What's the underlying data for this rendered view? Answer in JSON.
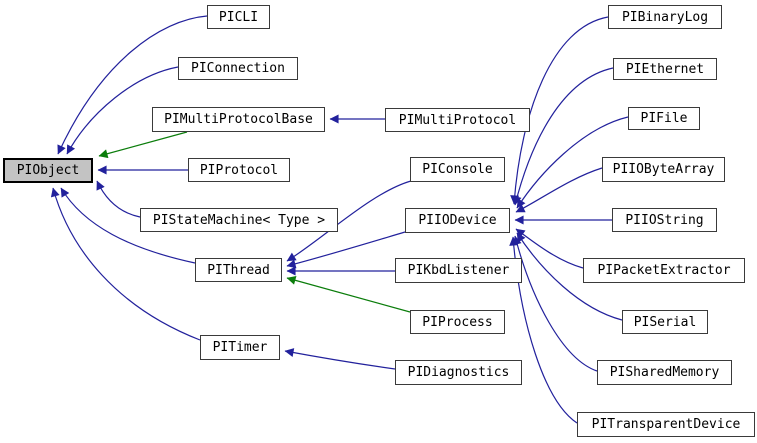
{
  "diagram": {
    "colors": {
      "background": "#ffffff",
      "public_inheritance_edge": "#22219c",
      "protected_inheritance_edge": "#0b7d0b",
      "node_fill": "#ffffff",
      "node_border": "#3a3a3a",
      "selected_node_fill": "#c3c3c3",
      "selected_node_border": "#000000"
    },
    "nodes": [
      {
        "label": "PIObject",
        "selected": true
      },
      {
        "label": "PICLI",
        "selected": false
      },
      {
        "label": "PIConnection",
        "selected": false
      },
      {
        "label": "PIMultiProtocolBase",
        "selected": false
      },
      {
        "label": "PIProtocol",
        "selected": false
      },
      {
        "label": "PIStateMachine< Type >",
        "selected": false
      },
      {
        "label": "PIThread",
        "selected": false
      },
      {
        "label": "PITimer",
        "selected": false
      },
      {
        "label": "PIMultiProtocol",
        "selected": false
      },
      {
        "label": "PIConsole",
        "selected": false
      },
      {
        "label": "PIIODevice",
        "selected": false
      },
      {
        "label": "PIKbdListener",
        "selected": false
      },
      {
        "label": "PIProcess",
        "selected": false
      },
      {
        "label": "PIDiagnostics",
        "selected": false
      },
      {
        "label": "PIBinaryLog",
        "selected": false
      },
      {
        "label": "PIEthernet",
        "selected": false
      },
      {
        "label": "PIFile",
        "selected": false
      },
      {
        "label": "PIIOByteArray",
        "selected": false
      },
      {
        "label": "PIIOString",
        "selected": false
      },
      {
        "label": "PIPacketExtractor",
        "selected": false
      },
      {
        "label": "PISerial",
        "selected": false
      },
      {
        "label": "PISharedMemory",
        "selected": false
      },
      {
        "label": "PITransparentDevice",
        "selected": false
      }
    ],
    "edges": [
      {
        "from": "PICLI",
        "to": "PIObject",
        "kind": "public-inheritance"
      },
      {
        "from": "PIConnection",
        "to": "PIObject",
        "kind": "public-inheritance"
      },
      {
        "from": "PIMultiProtocolBase",
        "to": "PIObject",
        "kind": "protected-inheritance"
      },
      {
        "from": "PIProtocol",
        "to": "PIObject",
        "kind": "public-inheritance"
      },
      {
        "from": "PIStateMachine< Type >",
        "to": "PIObject",
        "kind": "public-inheritance"
      },
      {
        "from": "PIThread",
        "to": "PIObject",
        "kind": "public-inheritance"
      },
      {
        "from": "PITimer",
        "to": "PIObject",
        "kind": "public-inheritance"
      },
      {
        "from": "PIMultiProtocol",
        "to": "PIMultiProtocolBase",
        "kind": "public-inheritance"
      },
      {
        "from": "PIConsole",
        "to": "PIThread",
        "kind": "public-inheritance"
      },
      {
        "from": "PIIODevice",
        "to": "PIThread",
        "kind": "public-inheritance"
      },
      {
        "from": "PIKbdListener",
        "to": "PIThread",
        "kind": "public-inheritance"
      },
      {
        "from": "PIProcess",
        "to": "PIThread",
        "kind": "protected-inheritance"
      },
      {
        "from": "PIDiagnostics",
        "to": "PITimer",
        "kind": "public-inheritance"
      },
      {
        "from": "PIBinaryLog",
        "to": "PIIODevice",
        "kind": "public-inheritance"
      },
      {
        "from": "PIEthernet",
        "to": "PIIODevice",
        "kind": "public-inheritance"
      },
      {
        "from": "PIFile",
        "to": "PIIODevice",
        "kind": "public-inheritance"
      },
      {
        "from": "PIIOByteArray",
        "to": "PIIODevice",
        "kind": "public-inheritance"
      },
      {
        "from": "PIIOString",
        "to": "PIIODevice",
        "kind": "public-inheritance"
      },
      {
        "from": "PIPacketExtractor",
        "to": "PIIODevice",
        "kind": "public-inheritance"
      },
      {
        "from": "PISerial",
        "to": "PIIODevice",
        "kind": "public-inheritance"
      },
      {
        "from": "PISharedMemory",
        "to": "PIIODevice",
        "kind": "public-inheritance"
      },
      {
        "from": "PITransparentDevice",
        "to": "PIIODevice",
        "kind": "public-inheritance"
      }
    ]
  }
}
